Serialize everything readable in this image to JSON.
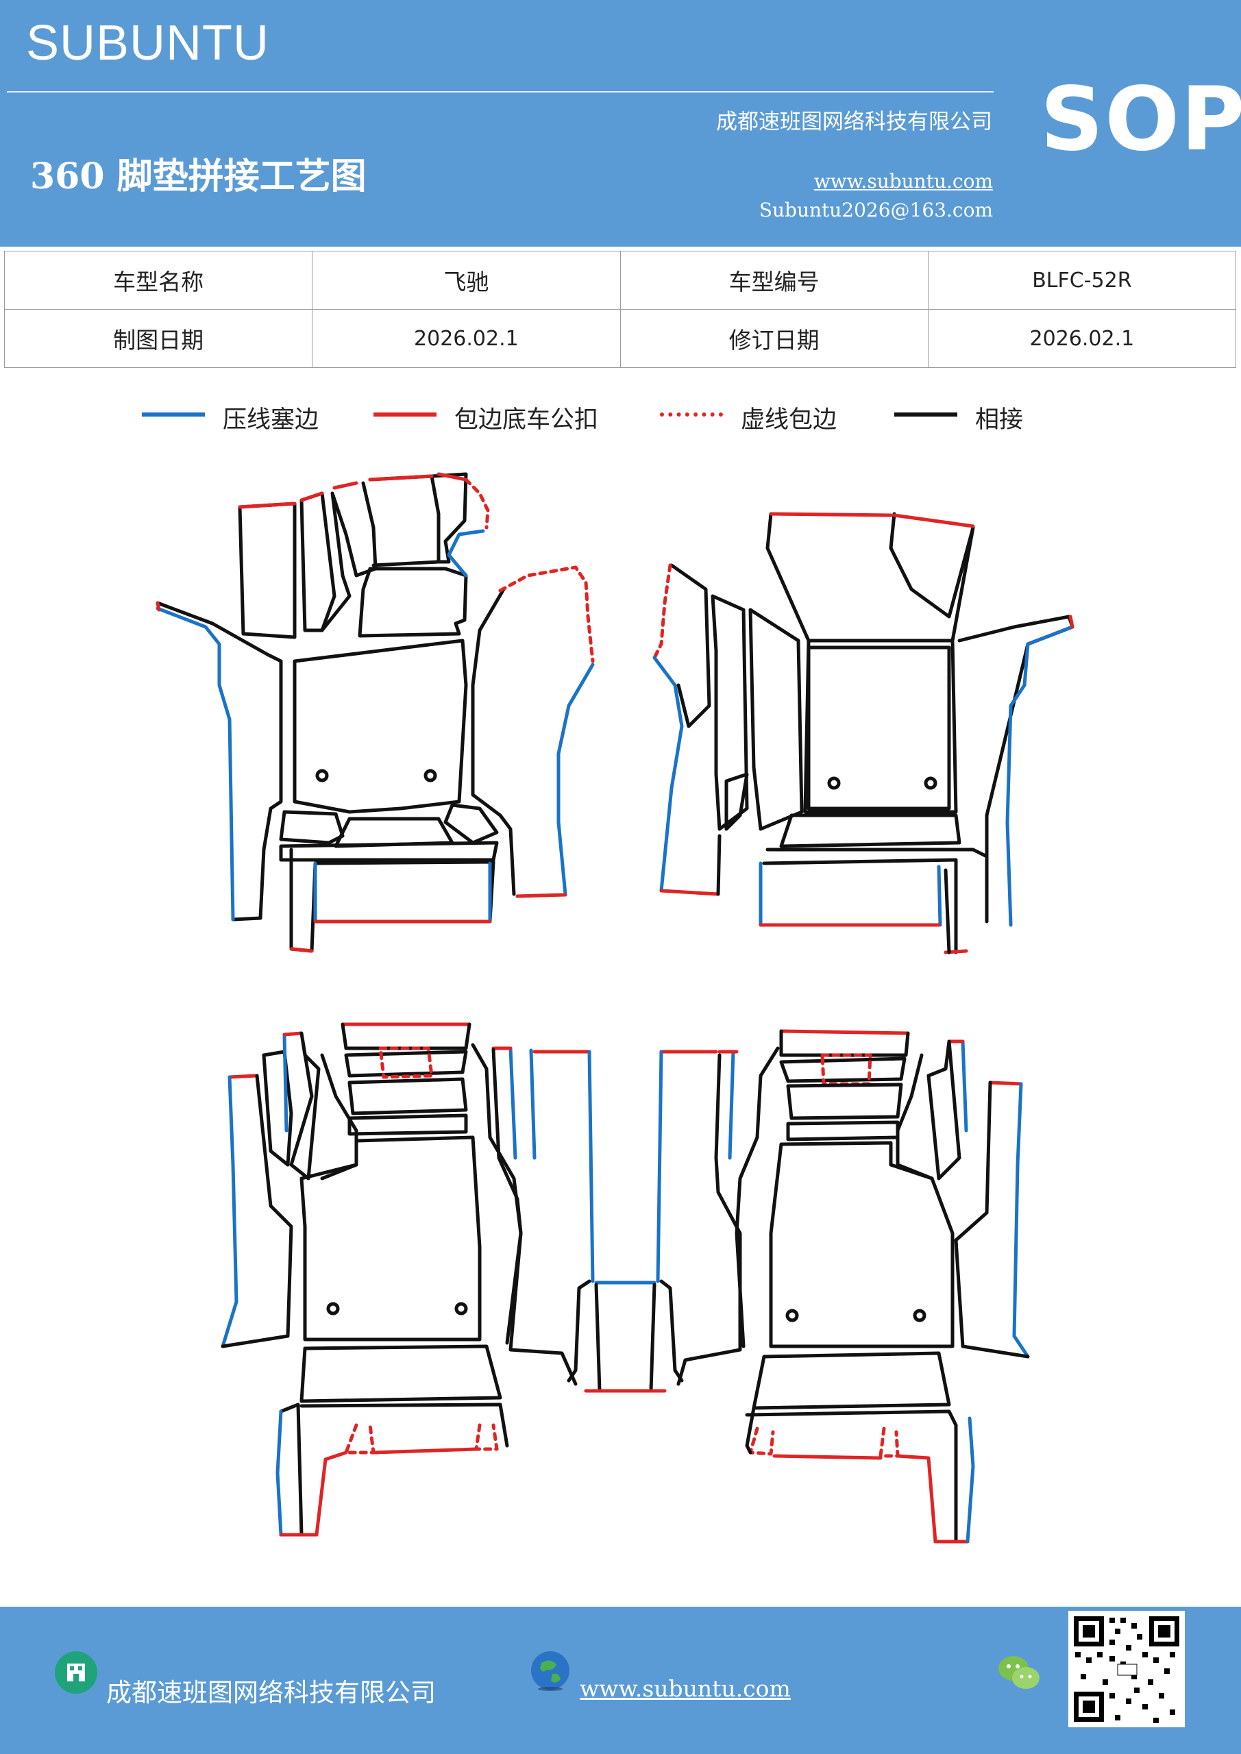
{
  "header": {
    "brand": "SUBUNTU",
    "company": "成都速班图网络科技有限公司",
    "title": "360 脚垫拼接工艺图",
    "website": "www.subuntu.com",
    "email": "Subuntu2026@163.com",
    "badge": "SOP",
    "background_color": "#5b9bd5"
  },
  "info_table": {
    "rows": [
      [
        "车型名称",
        "飞驰",
        "车型编号",
        "BLFC-52R"
      ],
      [
        "制图日期",
        "2026.02.1",
        "修订日期",
        "2026.02.1"
      ]
    ]
  },
  "legend": [
    {
      "label": "压线塞边",
      "color": "#1a73c8",
      "style": "solid"
    },
    {
      "label": "包边底车公扣",
      "color": "#e02424",
      "style": "solid"
    },
    {
      "label": "虚线包边",
      "color": "#e02424",
      "style": "dotted"
    },
    {
      "label": "相接",
      "color": "#111111",
      "style": "solid"
    }
  ],
  "footer": {
    "company": "成都速班图网络科技有限公司",
    "website": "www.subuntu.com",
    "icons": [
      "building-icon",
      "globe-icon",
      "wechat-icon",
      "qr-code"
    ]
  }
}
